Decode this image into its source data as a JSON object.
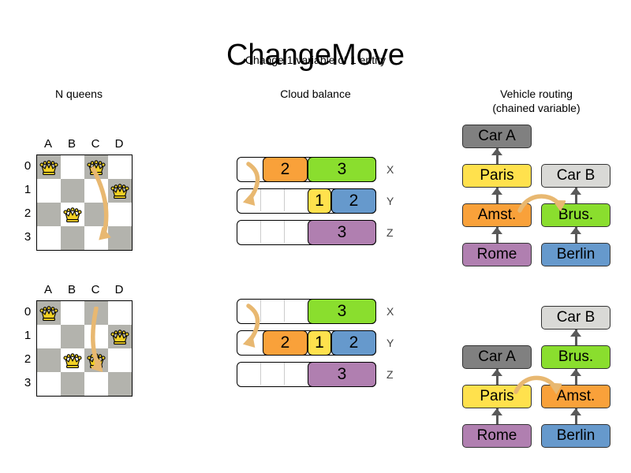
{
  "header": {
    "title": "ChangeMove",
    "subtitle": "Change 1 variable of 1 entity"
  },
  "sections": {
    "nqueens": {
      "heading": "N queens"
    },
    "cloud": {
      "heading": "Cloud balance"
    },
    "vrp": {
      "heading_line1": "Vehicle routing",
      "heading_line2": "(chained variable)"
    }
  },
  "colors": {
    "orange": "#f9a13a",
    "green": "#8ade2e",
    "yellow": "#ffe14d",
    "blue": "#6699cc",
    "purple": "#b07fb0",
    "gray_dark": "#808080",
    "gray_light": "#d9d9d6",
    "board_dark": "#b3b3ad",
    "board_light": "#ffffff",
    "arrow_tan": "#e8b871",
    "queen_gold": "#f2d024"
  },
  "nqueens": {
    "column_labels": [
      "A",
      "B",
      "C",
      "D"
    ],
    "row_labels": [
      "0",
      "1",
      "2",
      "3"
    ],
    "before": {
      "queens": [
        {
          "col": 0,
          "row": 0
        },
        {
          "col": 2,
          "row": 0
        },
        {
          "col": 3,
          "row": 1
        },
        {
          "col": 1,
          "row": 2
        }
      ],
      "move": {
        "from_col": 2,
        "from_row": 0,
        "to_col": 2,
        "to_row": 2
      }
    },
    "after": {
      "queens": [
        {
          "col": 0,
          "row": 0
        },
        {
          "col": 3,
          "row": 1
        },
        {
          "col": 1,
          "row": 2
        },
        {
          "col": 2,
          "row": 2
        }
      ],
      "move": {
        "from_col": 2,
        "from_row": 0,
        "to_col": 2,
        "to_row": 2
      }
    }
  },
  "cloud": {
    "before": {
      "rows": [
        {
          "label": "X",
          "segments": [
            {
              "value": "2",
              "color": "#f9a13a",
              "width": 57
            },
            {
              "value": "3",
              "color": "#8ade2e",
              "width": 87
            }
          ]
        },
        {
          "label": "Y",
          "segments": [
            {
              "value": "1",
              "color": "#ffe14d",
              "width": 30
            },
            {
              "value": "2",
              "color": "#6699cc",
              "width": 57
            }
          ]
        },
        {
          "label": "Z",
          "segments": [
            {
              "value": "3",
              "color": "#b07fb0",
              "width": 87
            }
          ]
        }
      ]
    },
    "after": {
      "rows": [
        {
          "label": "X",
          "segments": [
            {
              "value": "3",
              "color": "#8ade2e",
              "width": 87
            }
          ]
        },
        {
          "label": "Y",
          "segments": [
            {
              "value": "2",
              "color": "#f9a13a",
              "width": 57
            },
            {
              "value": "1",
              "color": "#ffe14d",
              "width": 30
            },
            {
              "value": "2",
              "color": "#6699cc",
              "width": 57
            }
          ]
        },
        {
          "label": "Z",
          "segments": [
            {
              "value": "3",
              "color": "#b07fb0",
              "width": 87
            }
          ]
        }
      ]
    }
  },
  "vrp": {
    "before": {
      "left_chain": [
        "Rome",
        "Amst.",
        "Paris",
        "Car A"
      ],
      "right_chain": [
        "Berlin",
        "Brus.",
        "Car B"
      ]
    },
    "after": {
      "left_chain": [
        "Rome",
        "Paris",
        "Car A"
      ],
      "right_chain": [
        "Berlin",
        "Amst.",
        "Brus.",
        "Car B"
      ]
    },
    "box_colors": {
      "Car A": "#808080",
      "Car B": "#d9d9d6",
      "Paris": "#ffe14d",
      "Brus.": "#8ade2e",
      "Amst.": "#f9a13a",
      "Rome": "#b07fb0",
      "Berlin": "#6699cc"
    }
  }
}
